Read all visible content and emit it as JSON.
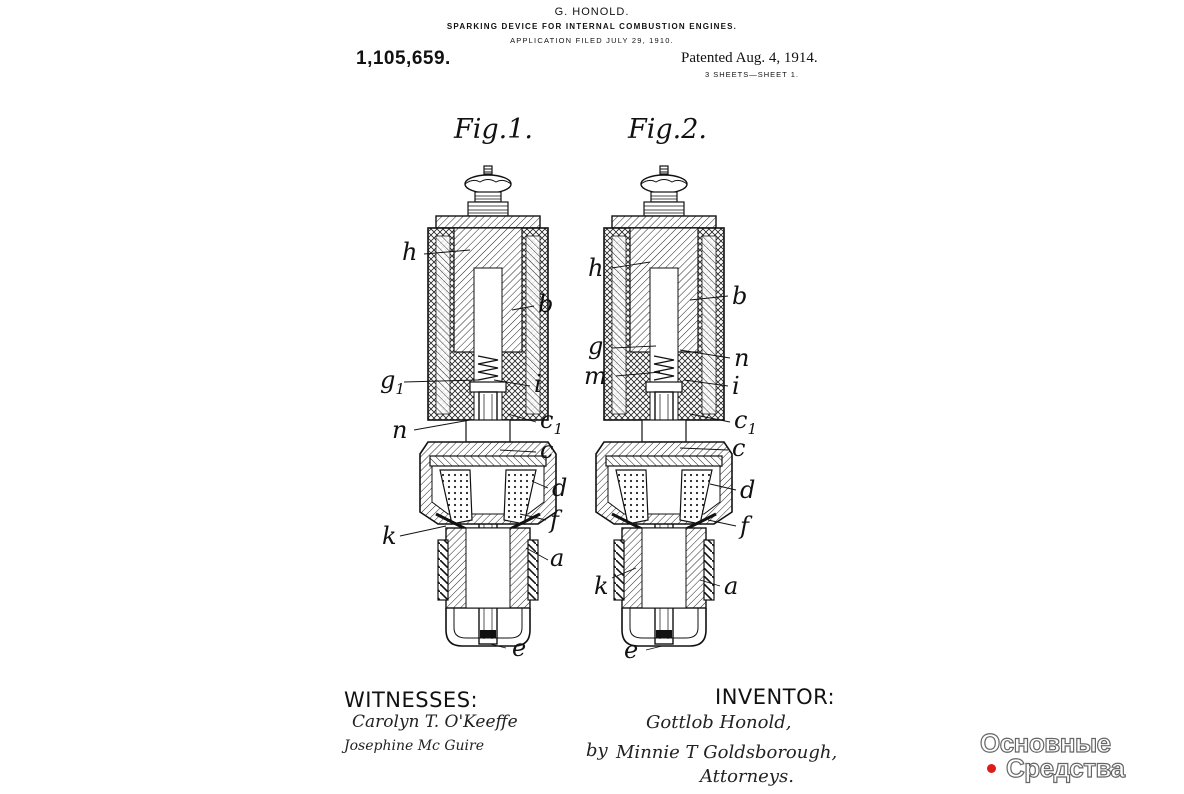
{
  "header": {
    "inventor_name": "G. HONOLD.",
    "title": "SPARKING DEVICE FOR INTERNAL COMBUSTION ENGINES.",
    "application": "APPLICATION FILED JULY 29, 1910.",
    "patent_number": "1,105,659.",
    "patent_date": "Patented Aug. 4, 1914.",
    "sheets": "3 SHEETS—SHEET 1."
  },
  "figures": [
    {
      "label": "Fig.1.",
      "refs": {
        "h": "h",
        "b": "b",
        "g1": "g",
        "g1_sub": "1",
        "i": "i",
        "n": "n",
        "c1": "c",
        "c1_sub": "1",
        "c": "c",
        "d": "d",
        "k": "k",
        "f": "f",
        "a": "a",
        "e": "e"
      }
    },
    {
      "label": "Fig.2.",
      "refs": {
        "h": "h",
        "b": "b",
        "g": "g",
        "n": "n",
        "m": "m",
        "i": "i",
        "c1": "c",
        "c1_sub": "1",
        "c": "c",
        "d": "d",
        "f": "f",
        "k": "k",
        "a": "a",
        "e": "e"
      }
    }
  ],
  "witnesses": {
    "label": "WITNESSES:",
    "names": [
      "Carolyn T. O'Keeffe",
      "Josephine Mc Guire"
    ]
  },
  "inventor": {
    "label": "INVENTOR:",
    "name": "Gottlob Honold,",
    "by": "by",
    "attorney": "Minnie T Goldsborough,",
    "attorneys_label": "Attorneys."
  },
  "watermark": {
    "line1": "Основные",
    "line2": "Средства",
    "accent_color": "#e01b1b"
  }
}
